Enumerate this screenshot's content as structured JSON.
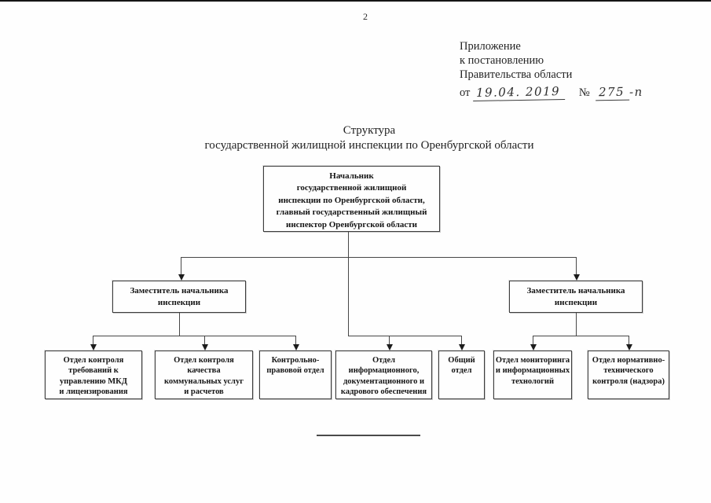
{
  "page_number": "2",
  "appendix": {
    "line1": "Приложение",
    "line2": "к постановлению",
    "line3": "Правительства области",
    "from_label": "от",
    "date_value": "19.04. 2019",
    "number_sign": "№",
    "number_value": "275",
    "number_suffix": "-п"
  },
  "title": {
    "line1": "Структура",
    "line2": "государственной жилищной инспекции по Оренбургской области"
  },
  "org_chart": {
    "nodes": {
      "head": {
        "label": "Начальник\nгосударственной жилищной\nинспекции по Оренбургской области,\nглавный государственный жилищный\nинспектор Оренбургской области"
      },
      "deputy_left": {
        "label": "Заместитель начальника\nинспекции"
      },
      "deputy_right": {
        "label": "Заместитель начальника\nинспекции"
      },
      "dept_control_mkd": {
        "label": "Отдел контроля\nтребований к\nуправлению МКД\nи лицензирования"
      },
      "dept_quality": {
        "label": "Отдел контроля\nкачества\nкоммунальных услуг\nи расчетов"
      },
      "dept_legal": {
        "label": "Контрольно-\nправовой отдел"
      },
      "dept_info": {
        "label": "Отдел\nинформационного,\nдокументационного и\nкадрового обеспечения"
      },
      "dept_general": {
        "label": "Общий\nотдел"
      },
      "dept_monitoring": {
        "label": "Отдел мониторинга\nи информационных\nтехнологий"
      },
      "dept_technical": {
        "label": "Отдел нормативно-\nтехнического\nконтроля (надзора)"
      }
    },
    "hierarchy": {
      "root": "head",
      "head_children": [
        "deputy_left",
        "dept_info",
        "dept_general",
        "deputy_right"
      ],
      "deputy_left_children": [
        "dept_control_mkd",
        "dept_quality",
        "dept_legal"
      ],
      "deputy_right_children": [
        "dept_monitoring",
        "dept_technical"
      ]
    },
    "line_color": "#474747",
    "border_color": "#3d3d3d"
  }
}
